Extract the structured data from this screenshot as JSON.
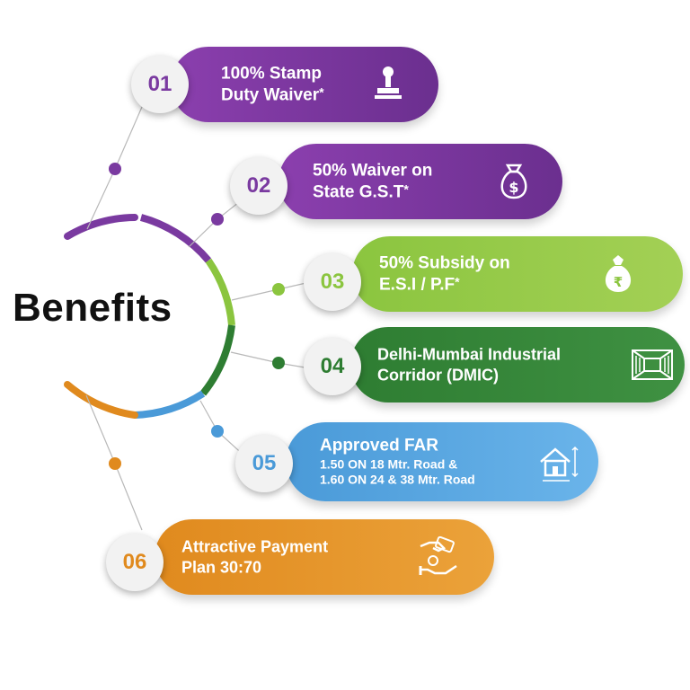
{
  "title": "Benefits",
  "colors": {
    "purple": "#7a3aa0",
    "lime": "#8bc53f",
    "green": "#2e7d32",
    "blue": "#4a9ad8",
    "orange": "#e08a1e"
  },
  "items": [
    {
      "number": "01",
      "line1": "100% Stamp",
      "line2": "Duty Waiver",
      "mark": "*",
      "icon": "stamp-icon"
    },
    {
      "number": "02",
      "line1": "50% Waiver on",
      "line2": "State G.S.T",
      "mark": "*",
      "icon": "money-bag-icon"
    },
    {
      "number": "03",
      "line1": "50% Subsidy on",
      "line2": "E.S.I / P.F",
      "mark": "*",
      "icon": "rupee-bag-icon"
    },
    {
      "number": "04",
      "line1": "Delhi-Mumbai Industrial",
      "line2": "Corridor (DMIC)",
      "mark": "",
      "icon": "corridor-icon"
    },
    {
      "number": "05",
      "line1": "Approved FAR",
      "line2": "1.50 ON 18 Mtr. Road &",
      "line3": "1.60 ON 24 & 38 Mtr. Road",
      "mark": "",
      "icon": "house-icon"
    },
    {
      "number": "06",
      "line1": "Attractive Payment",
      "line2": "Plan 30:70",
      "mark": "",
      "icon": "handshake-payment-icon"
    }
  ]
}
